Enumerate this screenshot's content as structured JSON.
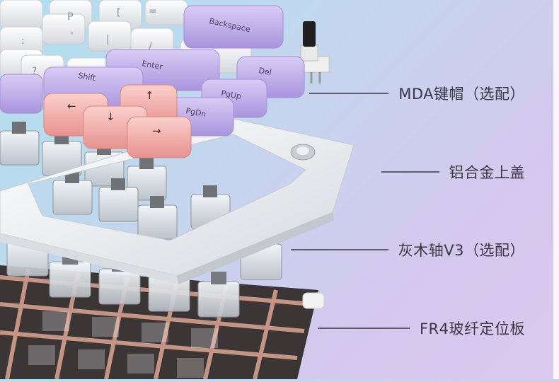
{
  "keycaps": {
    "backspace": "Backspace",
    "enter": "Enter",
    "shift": "Shift",
    "del": "Del",
    "pgup": "PgUp",
    "pgdn": "PgDn",
    "arrow_left": "←",
    "arrow_up": "↑",
    "arrow_down": "↓",
    "arrow_right": "→"
  },
  "labels": [
    {
      "text": "MDA键帽（选配）"
    },
    {
      "text": "铝合金上盖"
    },
    {
      "text": "灰木轴V3（选配）"
    },
    {
      "text": "FR4玻纤定位板"
    }
  ],
  "colors": {
    "keycap_white": "#f4f4f6",
    "keycap_purple": "#c7b4ee",
    "keycap_pink": "#f4b5b3",
    "case_white": "#f1f2f4",
    "plate_copper": "#b98a7a"
  }
}
